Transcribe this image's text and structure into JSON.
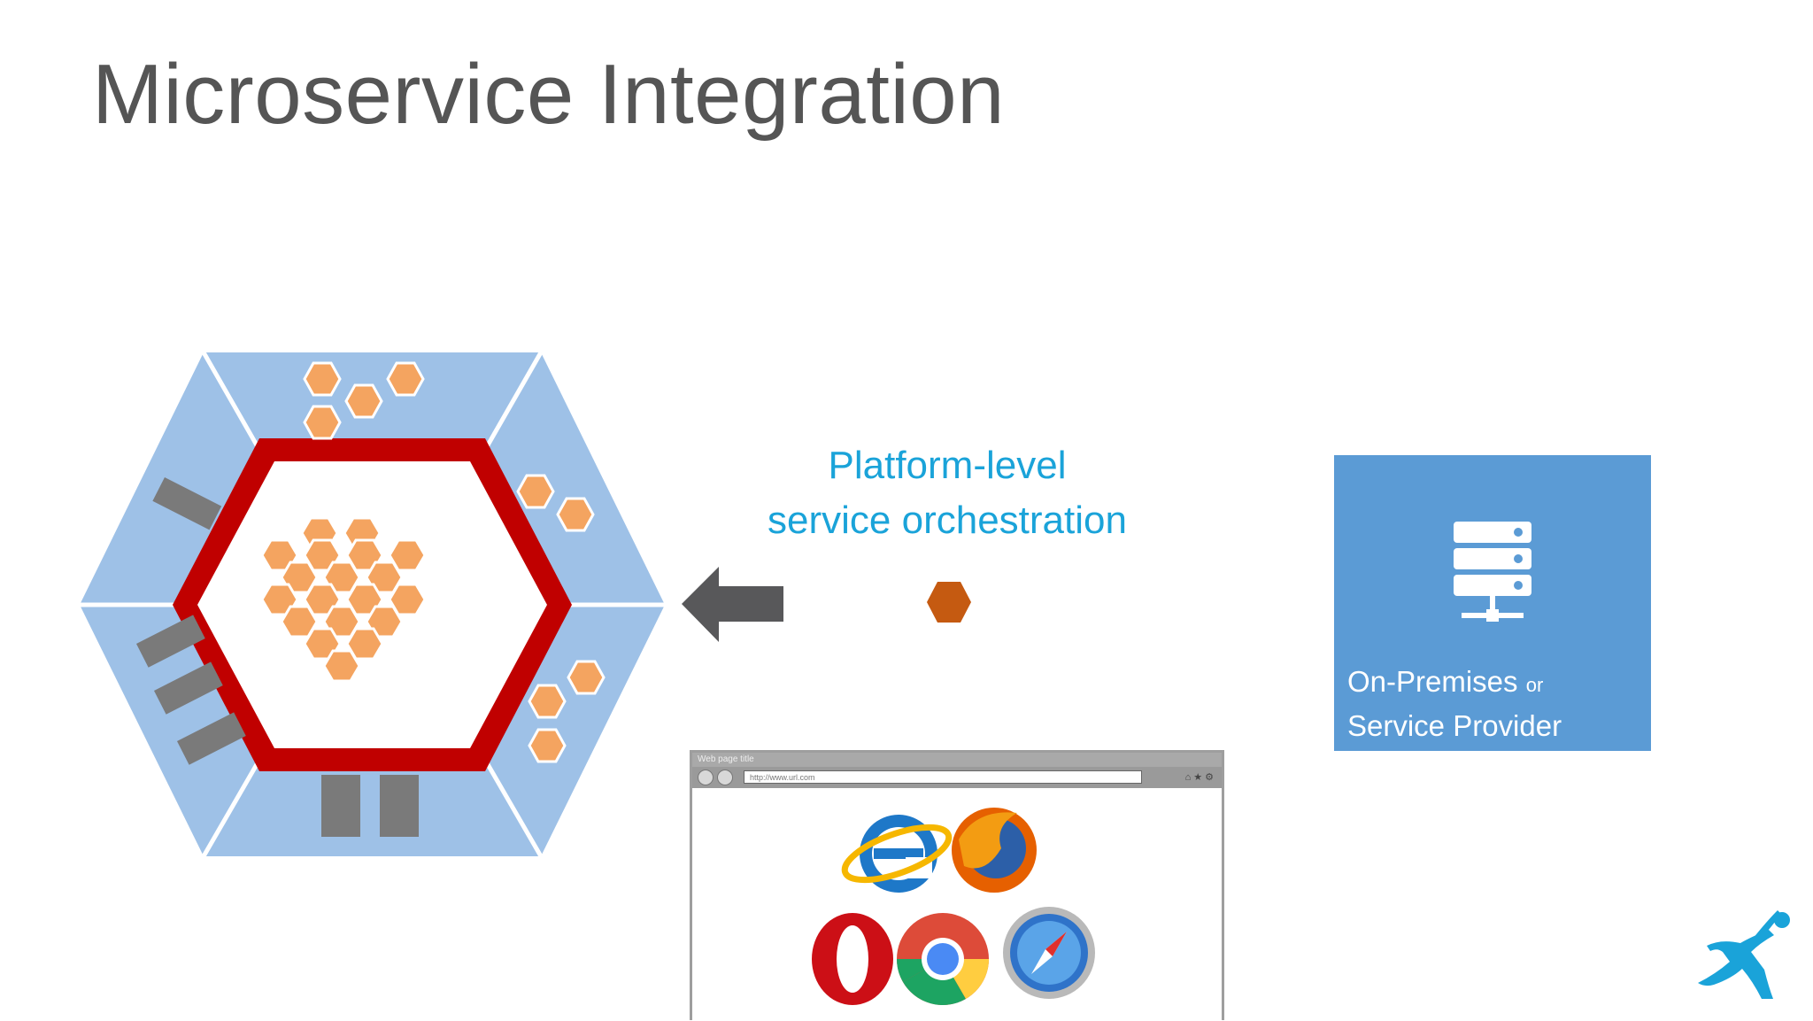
{
  "title": "Microservice Integration",
  "orchestration": {
    "line1": "Platform-level",
    "line2": "service orchestration"
  },
  "provider": {
    "line1": "On-Premises",
    "or": "or",
    "line2": "Service Provider"
  },
  "browser": {
    "window_title": "Web page title",
    "url": "http://www.url.com",
    "toolbar_icons": "⌂★⚙"
  },
  "colors": {
    "title": "#555555",
    "accent_text": "#1aa3d9",
    "hex_blue": "#9ec1e7",
    "ring_red": "#c00000",
    "service_orange": "#f4a460",
    "service_dark_orange": "#c55a11",
    "tile_blue": "#5b9bd5",
    "connector_gray": "#7a7a7a",
    "arrow_gray": "#58585a"
  }
}
